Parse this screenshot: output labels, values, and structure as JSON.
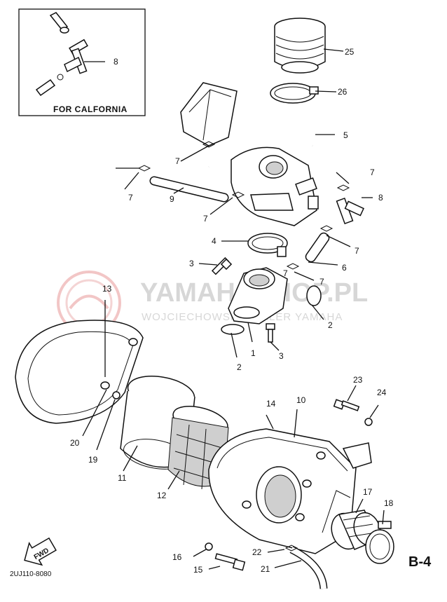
{
  "diagram": {
    "inset_label": "FOR CALFORNIA",
    "page_code": "B-4",
    "doc_code": "2UJ110-8080",
    "fwd_label": "FWD",
    "watermark": {
      "title": "YAMAHASHOP.PL",
      "subtitle": "WOJCIECHOWSKI DEALER YAMAHA"
    },
    "callouts": [
      {
        "id": "c8a",
        "label": "8"
      },
      {
        "id": "c25",
        "label": "25"
      },
      {
        "id": "c26",
        "label": "26"
      },
      {
        "id": "c5",
        "label": "5"
      },
      {
        "id": "c7a",
        "label": "7"
      },
      {
        "id": "c7b",
        "label": "7"
      },
      {
        "id": "c7c",
        "label": "7"
      },
      {
        "id": "c7d",
        "label": "7"
      },
      {
        "id": "c8b",
        "label": "8"
      },
      {
        "id": "c9",
        "label": "9"
      },
      {
        "id": "c7e",
        "label": "7"
      },
      {
        "id": "c4",
        "label": "4"
      },
      {
        "id": "c7f",
        "label": "7"
      },
      {
        "id": "c3a",
        "label": "3"
      },
      {
        "id": "c6",
        "label": "6"
      },
      {
        "id": "c7g",
        "label": "7"
      },
      {
        "id": "c13",
        "label": "13"
      },
      {
        "id": "c2a",
        "label": "2"
      },
      {
        "id": "c1",
        "label": "1"
      },
      {
        "id": "c3b",
        "label": "3"
      },
      {
        "id": "c2b",
        "label": "2"
      },
      {
        "id": "c23",
        "label": "23"
      },
      {
        "id": "c24",
        "label": "24"
      },
      {
        "id": "c14",
        "label": "14"
      },
      {
        "id": "c10",
        "label": "10"
      },
      {
        "id": "c20",
        "label": "20"
      },
      {
        "id": "c19",
        "label": "19"
      },
      {
        "id": "c11",
        "label": "11"
      },
      {
        "id": "c12",
        "label": "12"
      },
      {
        "id": "c17",
        "label": "17"
      },
      {
        "id": "c18",
        "label": "18"
      },
      {
        "id": "c16",
        "label": "16"
      },
      {
        "id": "c22",
        "label": "22"
      },
      {
        "id": "c15",
        "label": "15"
      },
      {
        "id": "c21",
        "label": "21"
      }
    ]
  }
}
